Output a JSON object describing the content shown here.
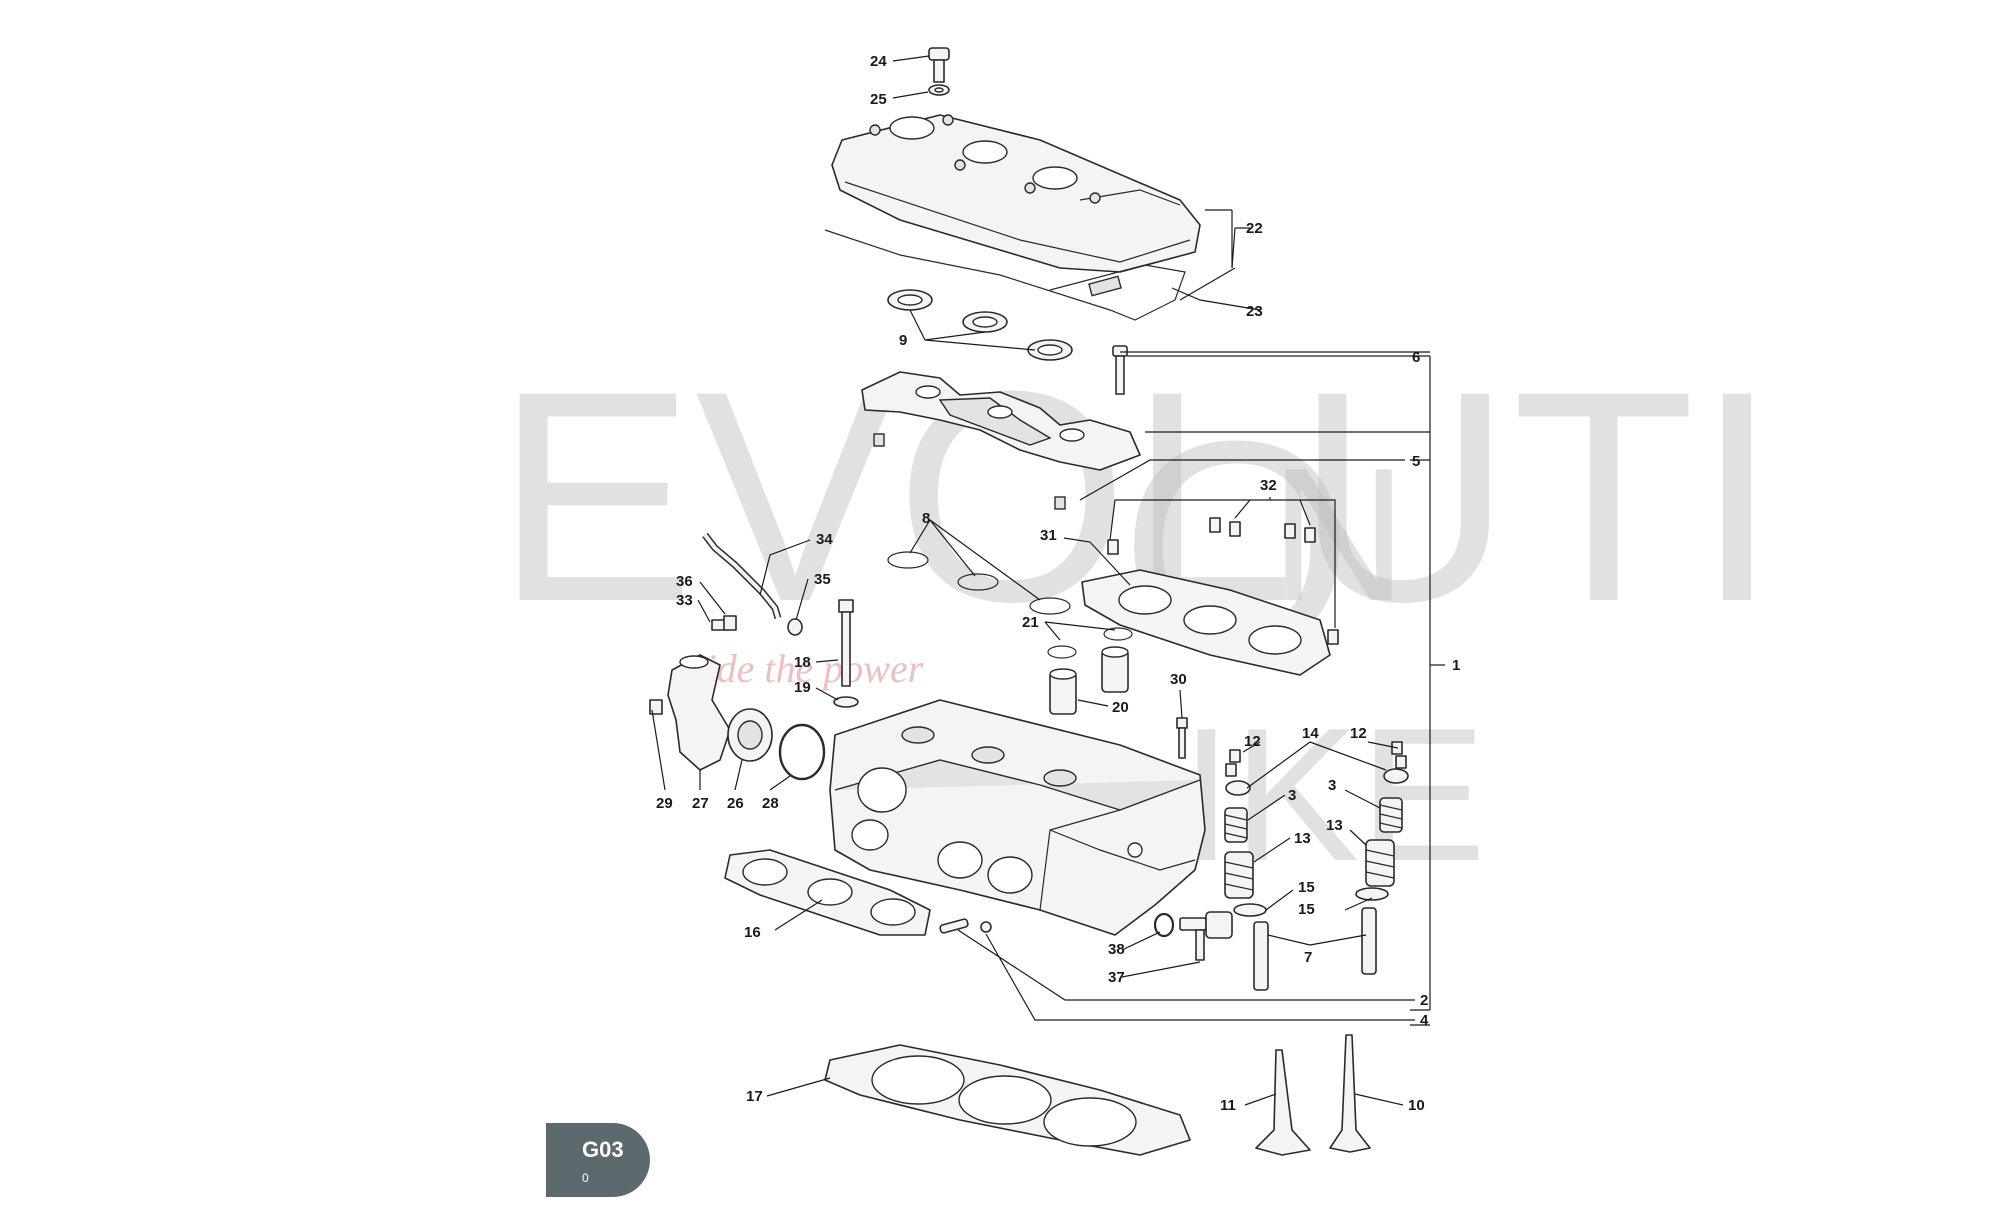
{
  "sheet": {
    "code": "G03",
    "revision": "0"
  },
  "watermark": {
    "left": "EVOLUTI",
    "o": "O",
    "n": "N",
    "bike": "IKE",
    "tagline": "ride the power"
  },
  "callouts": {
    "c1": "1",
    "c2": "2",
    "c3a": "3",
    "c3b": "3",
    "c4": "4",
    "c5": "5",
    "c6": "6",
    "c7": "7",
    "c8": "8",
    "c9": "9",
    "c10": "10",
    "c11": "11",
    "c12a": "12",
    "c12b": "12",
    "c13a": "13",
    "c13b": "13",
    "c14": "14",
    "c15a": "15",
    "c15b": "15",
    "c16": "16",
    "c17": "17",
    "c18": "18",
    "c19": "19",
    "c20": "20",
    "c21": "21",
    "c22": "22",
    "c23": "23",
    "c24": "24",
    "c25": "25",
    "c26": "26",
    "c27": "27",
    "c28": "28",
    "c29": "29",
    "c30": "30",
    "c31": "31",
    "c32": "32",
    "c33": "33",
    "c34": "34",
    "c35": "35",
    "c36": "36",
    "c37": "37",
    "c38": "38"
  },
  "colors": {
    "badge": "#5d6a6d",
    "line": "#1a1a1a",
    "watermark": "#bdbdbd",
    "tagline": "#e08a8a"
  }
}
